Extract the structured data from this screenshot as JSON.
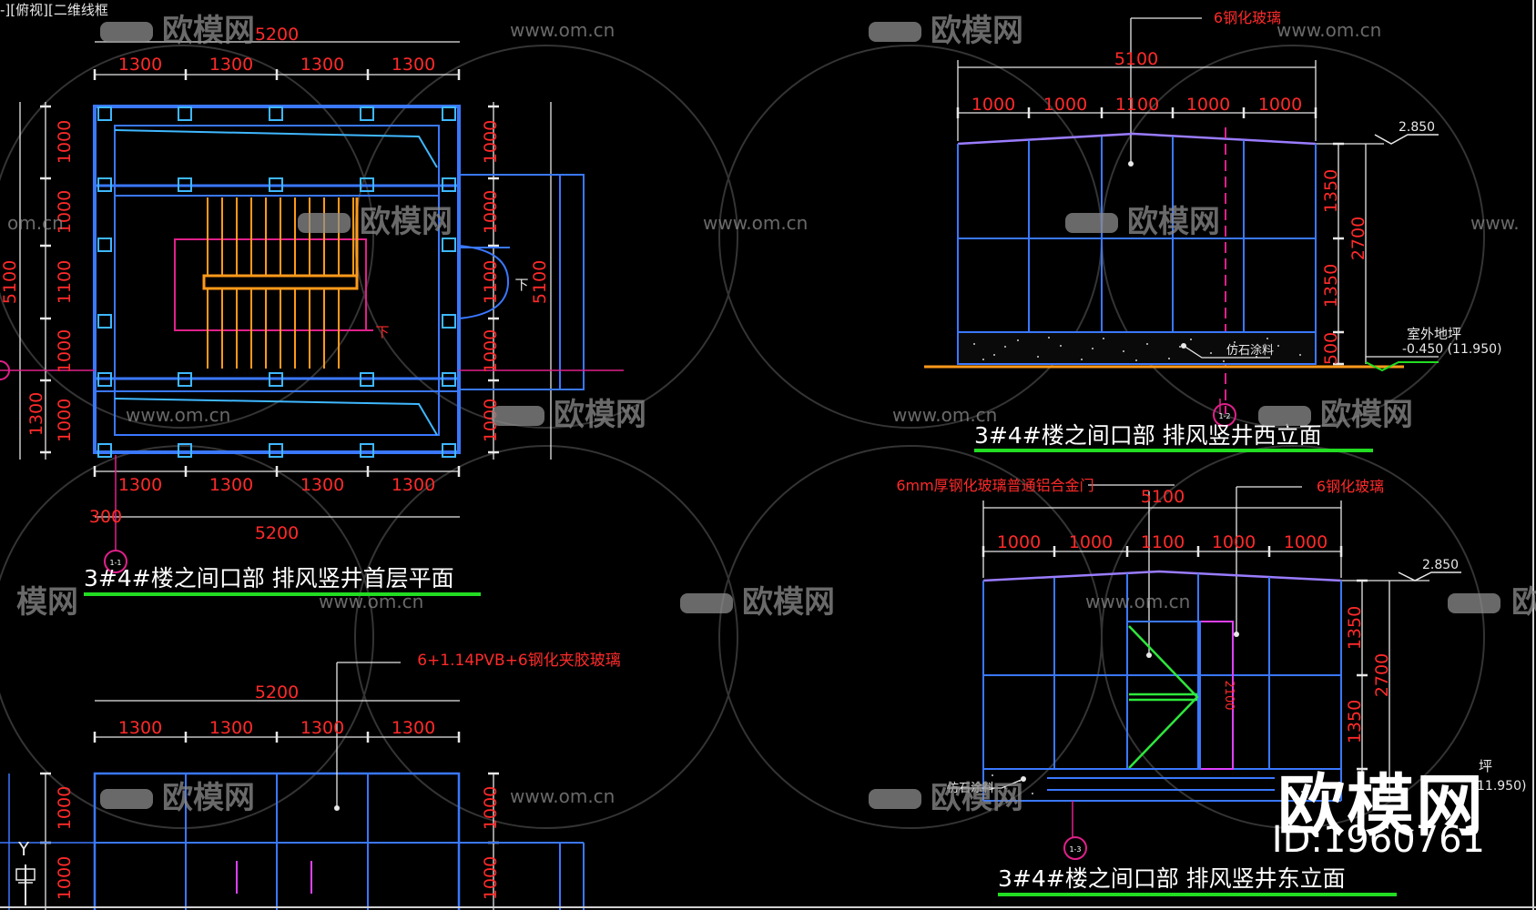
{
  "viewport_label": "-][俯视][二维线框",
  "colors": {
    "background": "#000000",
    "line_blue": "#3a78ff",
    "line_cyan": "#3fb8ff",
    "dim_red": "#ff2a2a",
    "dim_white": "#e8e8e8",
    "title_white": "#ffffff",
    "underline_green": "#22dd22",
    "stair_orange": "#ff9a1a",
    "roof_purple": "#9a7cff",
    "door_magenta": "#e040ff",
    "door_green": "#2ee83c"
  },
  "watermark": {
    "logo_text": "欧模网",
    "url_text": "www.om.cn",
    "partial_url": "om.cn",
    "partial_logo": "模网",
    "right_partial_logo": "欧",
    "right_partial_url": "www.",
    "brand_text": "欧模网",
    "brand_id": "ID:1960761"
  },
  "plan": {
    "title": "3#4#楼之间口部 排风竖井首层平面",
    "marker": "1-1",
    "top_total": "5200",
    "top_segments": [
      "1300",
      "1300",
      "1300",
      "1300"
    ],
    "bottom_segments": [
      "1300",
      "1300",
      "1300",
      "1300"
    ],
    "bottom_offset": "300",
    "bottom_total": "5200",
    "left_segments": [
      "1000",
      "1000",
      "1100",
      "1000",
      "1000"
    ],
    "left_total": "5100",
    "left_extra": "1300",
    "right_segments": [
      "1000",
      "1000",
      "1100",
      "1000",
      "1000"
    ],
    "right_total": "5100",
    "stair_down_label": "下",
    "door_down_label": "下"
  },
  "west_elevation": {
    "title": "3#4#楼之间口部 排风竖井西立面",
    "marker": "1-2",
    "glass_note": "6钢化玻璃",
    "top_total": "5100",
    "top_segments": [
      "1000",
      "1000",
      "1100",
      "1000",
      "1000"
    ],
    "level_top": "2.850",
    "right_dims": [
      "1350",
      "1350",
      "500"
    ],
    "right_total": "2700",
    "ground_label": "室外地坪",
    "ground_level": "-0.450  (11.950)",
    "stone_note": "仿石涂料"
  },
  "plan2": {
    "glass_note": "6+1.14PVB+6钢化夹胶玻璃",
    "top_total": "5200",
    "top_segments": [
      "1300",
      "1300",
      "1300",
      "1300"
    ],
    "left_segments": [
      "1000",
      "1000"
    ],
    "right_segments": [
      "1000",
      "1000"
    ],
    "axis_label": "Y"
  },
  "east_elevation": {
    "title": "3#4#楼之间口部 排风竖井东立面",
    "marker": "1-3",
    "door_note": "6mm厚钢化玻璃普通铝合金门",
    "glass_note": "6钢化玻璃",
    "top_total": "5100",
    "top_segments": [
      "1000",
      "1000",
      "1100",
      "1000",
      "1000"
    ],
    "level_top": "2.850",
    "right_dims": [
      "1350",
      "1350"
    ],
    "right_total": "2700",
    "door_height": "2100",
    "stone_note": "仿石涂料",
    "ground_partial": "坪",
    "ground_level_partial": "11.950)"
  }
}
